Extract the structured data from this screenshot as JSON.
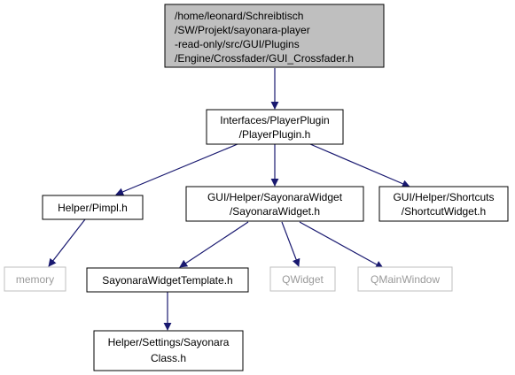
{
  "colors": {
    "edge": "#191970",
    "root_fill": "#bfbfbf",
    "box_border": "#000000",
    "external_border": "#bfbfbf",
    "external_text": "#9a9a9a",
    "text": "#000000"
  },
  "nodes": {
    "root": {
      "lines": [
        "/home/leonard/Schreibtisch",
        "/SW/Projekt/sayonara-player",
        "-read-only/src/GUI/Plugins",
        "/Engine/Crossfader/GUI_Crossfader.h"
      ]
    },
    "player_plugin": {
      "lines": [
        "Interfaces/PlayerPlugin",
        "/PlayerPlugin.h"
      ]
    },
    "pimpl": {
      "lines": [
        "Helper/Pimpl.h"
      ]
    },
    "sayonara_widget": {
      "lines": [
        "GUI/Helper/SayonaraWidget",
        "/SayonaraWidget.h"
      ]
    },
    "shortcut_widget": {
      "lines": [
        "GUI/Helper/Shortcuts",
        "/ShortcutWidget.h"
      ]
    },
    "memory": {
      "lines": [
        "memory"
      ]
    },
    "widget_template": {
      "lines": [
        "SayonaraWidgetTemplate.h"
      ]
    },
    "qwidget": {
      "lines": [
        "QWidget"
      ]
    },
    "qmainwindow": {
      "lines": [
        "QMainWindow"
      ]
    },
    "sayonara_class": {
      "lines": [
        "Helper/Settings/Sayonara",
        "Class.h"
      ]
    }
  }
}
